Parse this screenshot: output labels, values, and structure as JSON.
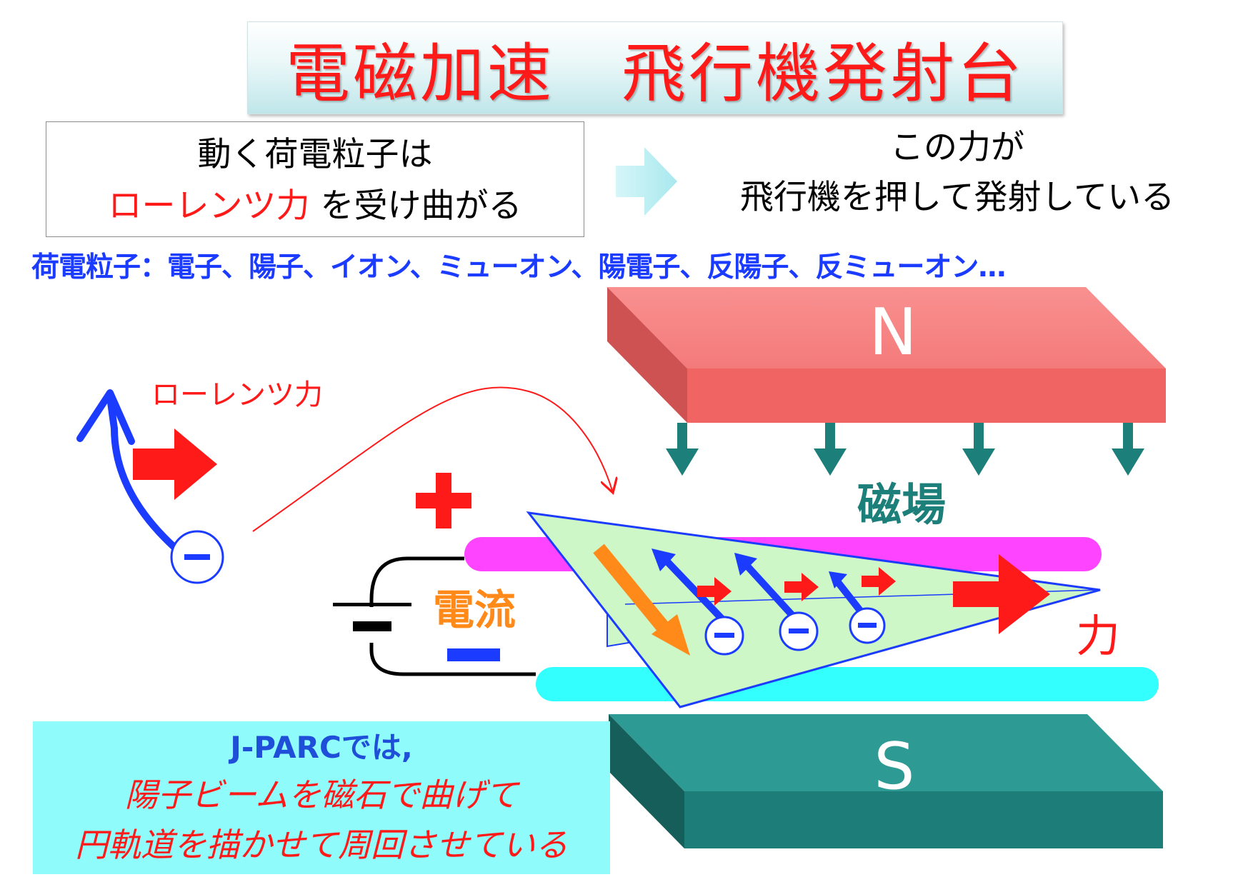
{
  "title": "電磁加速　飛行機発射台",
  "intro": {
    "line1": "動く荷電粒子は",
    "lorentz": "ローレンツ力",
    "line2_rest": "を受け曲がる"
  },
  "result": {
    "line1": "この力が",
    "line2": "飛行機を押して発射している"
  },
  "particles_text": "荷電粒子：電子、陽子、イオン、ミューオン、陽電子、反陽子、反ミューオン…",
  "diagram": {
    "lorentz_label": "ローレンツ力",
    "north_label": "N",
    "south_label": "S",
    "magnetic_field_label": "磁場",
    "current_label": "電流",
    "force_label": "力",
    "plus_sign": "+",
    "minus_sign": "−",
    "electron_symbol": "−"
  },
  "jparc": {
    "title": "J-PARCでは,",
    "line1": "陽子ビームを磁石で曲げて",
    "line2": "円軌道を描かせて周回させている"
  },
  "colors": {
    "title_red": "#ff1a1a",
    "particle_blue": "#1b3bff",
    "magnet_north": "#f26a6a",
    "magnet_south": "#1f8a85",
    "rail_top": "#ff44ff",
    "rail_bottom": "#33ffff",
    "plane_fill": "#cdf7c6",
    "current_orange": "#ff8a1a",
    "field_teal": "#1c7f7a"
  }
}
